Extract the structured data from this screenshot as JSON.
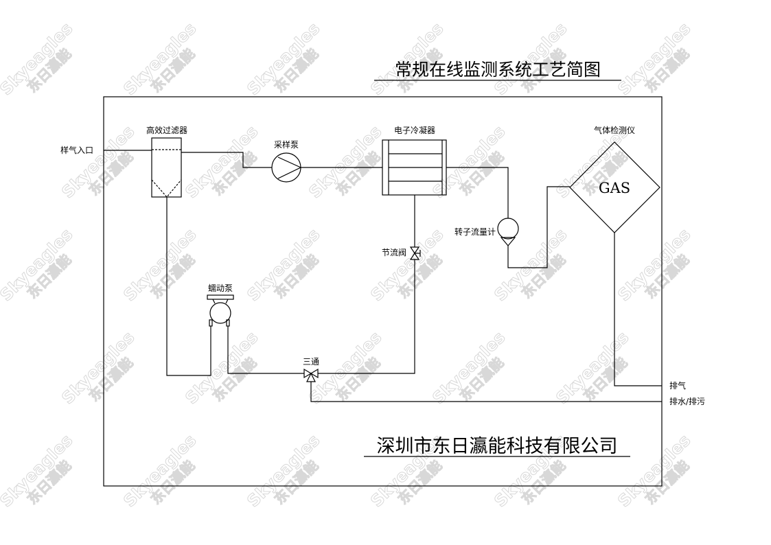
{
  "title": "常规在线监测系统工艺简图",
  "company": "深圳市东日瀛能科技有限公司",
  "watermark": {
    "brand": "Skyeagles",
    "name": "东日瀛能"
  },
  "components": {
    "inlet": "样气入口",
    "filter": "高效过滤器",
    "sample_pump": "采样泵",
    "condenser": "电子冷凝器",
    "gas_detector": "气体检测仪",
    "gas_text": "GAS",
    "flowmeter": "转子流量计",
    "throttle_valve": "节流阀",
    "peristaltic_pump": "蠕动泵",
    "three_way": "三通",
    "exhaust": "排气",
    "drain": "排水/排污"
  }
}
